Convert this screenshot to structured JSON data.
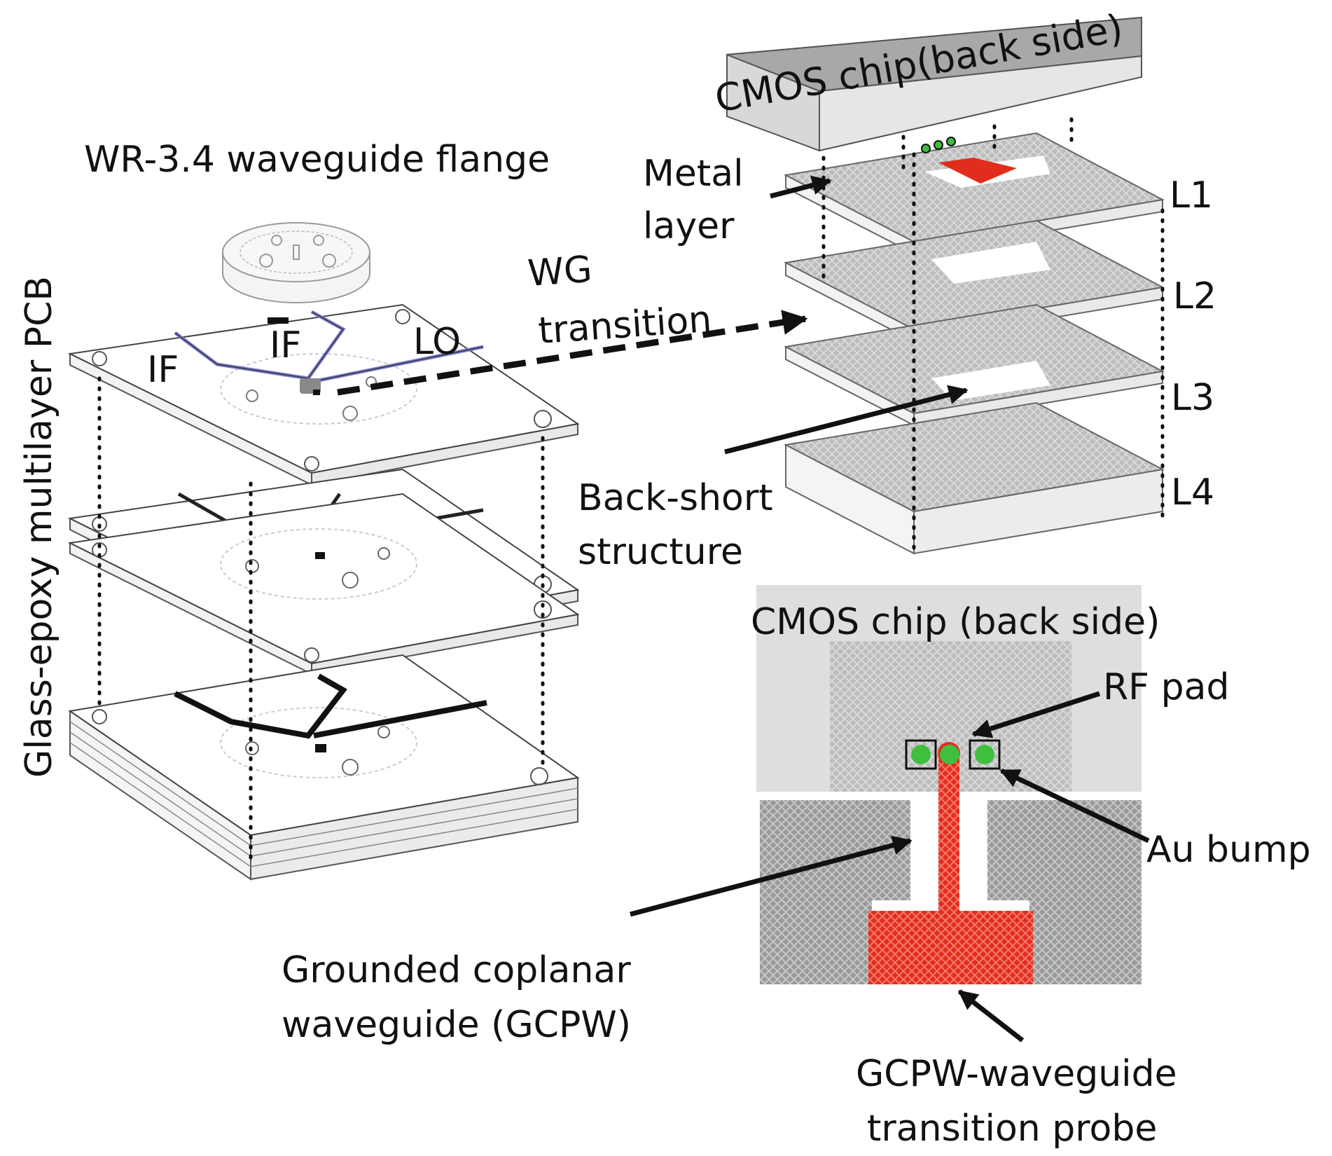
{
  "labels": {
    "flange": "WR-3.4 waveguide flange",
    "pcb": "Glass-epoxy multilayer PCB",
    "if_left": "IF",
    "if_mid": "IF",
    "lo": "LO",
    "wg_transition_1": "WG",
    "wg_transition_2": "transition",
    "metal_layer_1": "Metal",
    "metal_layer_2": "layer",
    "cmos_top": "CMOS chip(back side)",
    "l1": "L1",
    "l2": "L2",
    "l3": "L3",
    "l4": "L4",
    "back_short_1": "Back-short",
    "back_short_2": "structure",
    "cmos_detail": "CMOS chip (back side)",
    "rf_pad": "RF pad",
    "au_bump": "Au bump",
    "gcpw_1": "Grounded coplanar",
    "gcpw_2": "waveguide (GCPW)",
    "probe_1": "GCPW-waveguide",
    "probe_2": "transition probe"
  },
  "colors": {
    "probe_red": "#e32d1c",
    "bump_green": "#3fbf3f",
    "ground_gray": "#9a9a9a",
    "chip_gray": "#dedede",
    "trace_blue": "#7d7fd6"
  }
}
